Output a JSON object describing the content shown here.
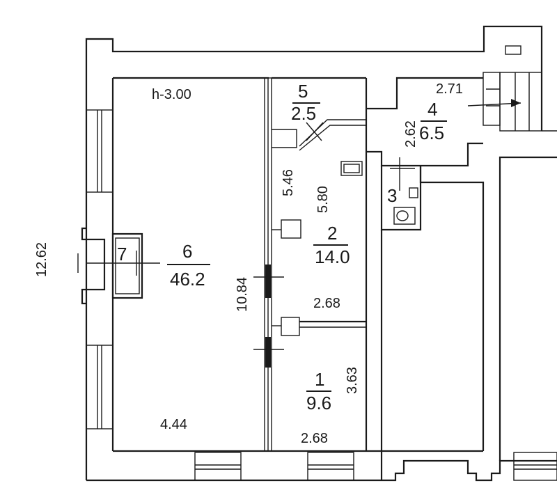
{
  "plan": {
    "ceiling_height": "h-3.00",
    "overall_dims": {
      "height_left": "12.62",
      "wall_length": "10.84"
    },
    "rooms": [
      {
        "id": "room-1",
        "number": "1",
        "area": "9.6",
        "dims": [
          "3.63",
          "2.68",
          "2.68"
        ]
      },
      {
        "id": "room-2",
        "number": "2",
        "area": "14.0",
        "dims": [
          "5.80",
          "5.46"
        ]
      },
      {
        "id": "room-3",
        "number": "3"
      },
      {
        "id": "room-4",
        "number": "4",
        "area": "6.5",
        "dims": [
          "2.71",
          "2.62"
        ]
      },
      {
        "id": "room-5",
        "number": "5",
        "area": "2.5"
      },
      {
        "id": "room-6",
        "number": "6",
        "area": "46.2",
        "dims": [
          "4.44"
        ]
      },
      {
        "id": "room-7",
        "number": "7"
      }
    ]
  }
}
